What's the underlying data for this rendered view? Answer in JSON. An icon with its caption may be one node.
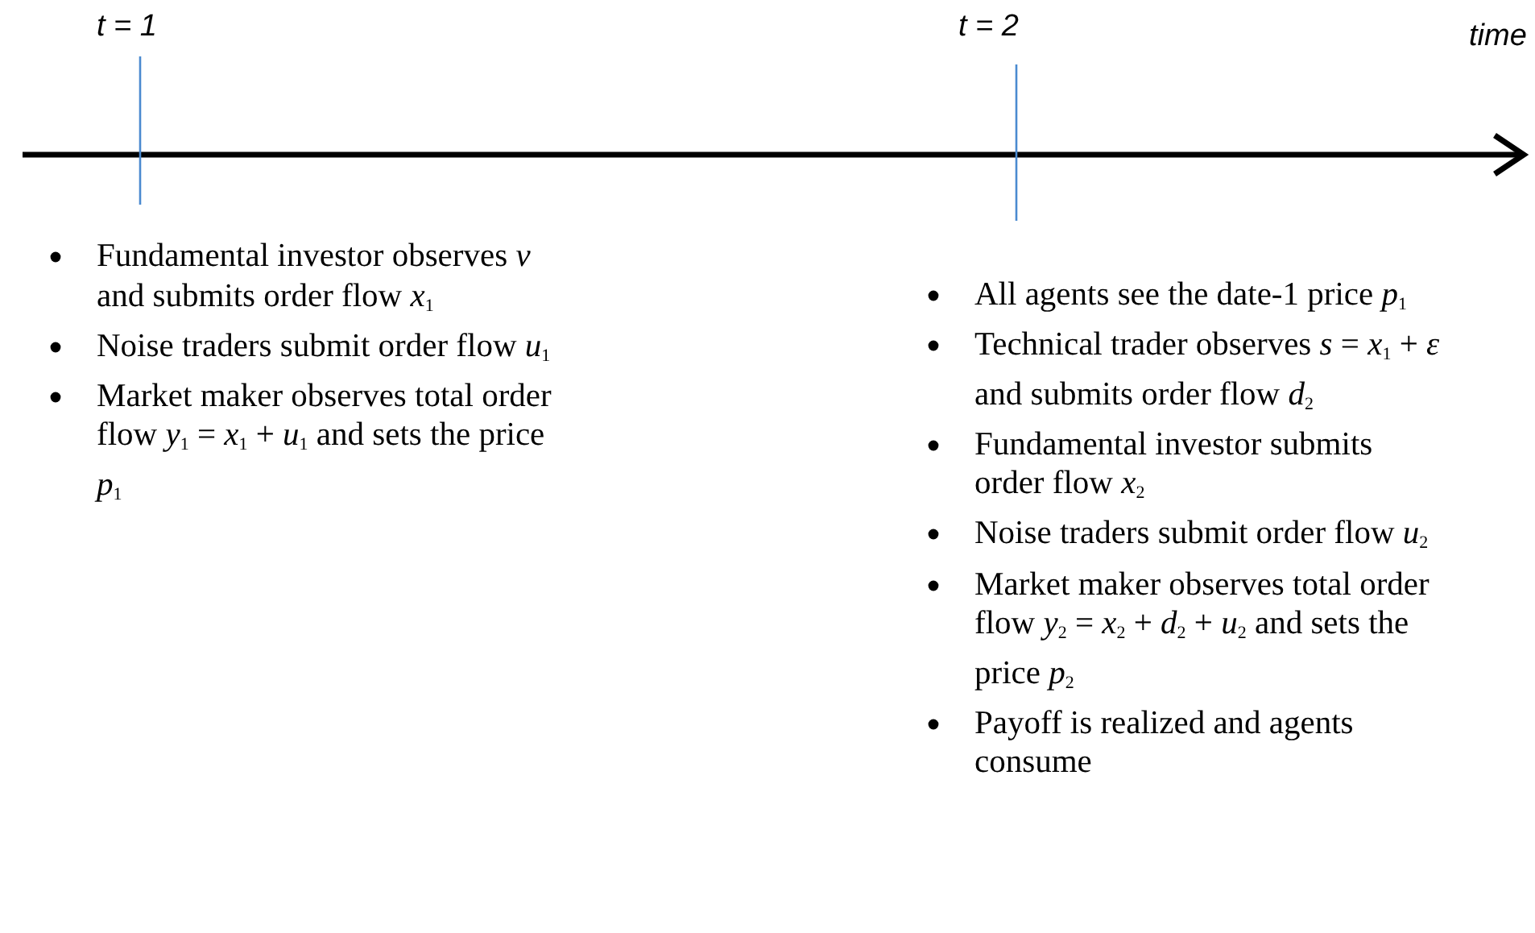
{
  "diagram": {
    "labels": [
      "t = 1",
      "t = 2",
      "time",
      "Fundamental investor observes *v* and submits order flow *x*$_{1}$",
      "Noise traders submit order flow *u*$_{1}$",
      "Market maker observes total order flow *y*$_{1}$ = *x*$_{1}$ + *u*$_{1}$ and sets the price *p*$_{1}$",
      "All agents see the date-1 price *p*$_{1}$",
      "Technical trader observes *s* = *x*$_{1}$ + *ε* and submits order flow *d*$_{2}$",
      "Fundamental investor submits order flow *x*$_{2}$",
      "Noise traders submit order flow *u*$_{2}$",
      "Market maker observes total order flow *y*$_{2}$ = *x*$_{2}$ + *d*$_{2}$ + *u*$_{2}$ and sets the price *p*$_{2}$",
      "Payoff is realized and agents consume"
    ]
  }
}
